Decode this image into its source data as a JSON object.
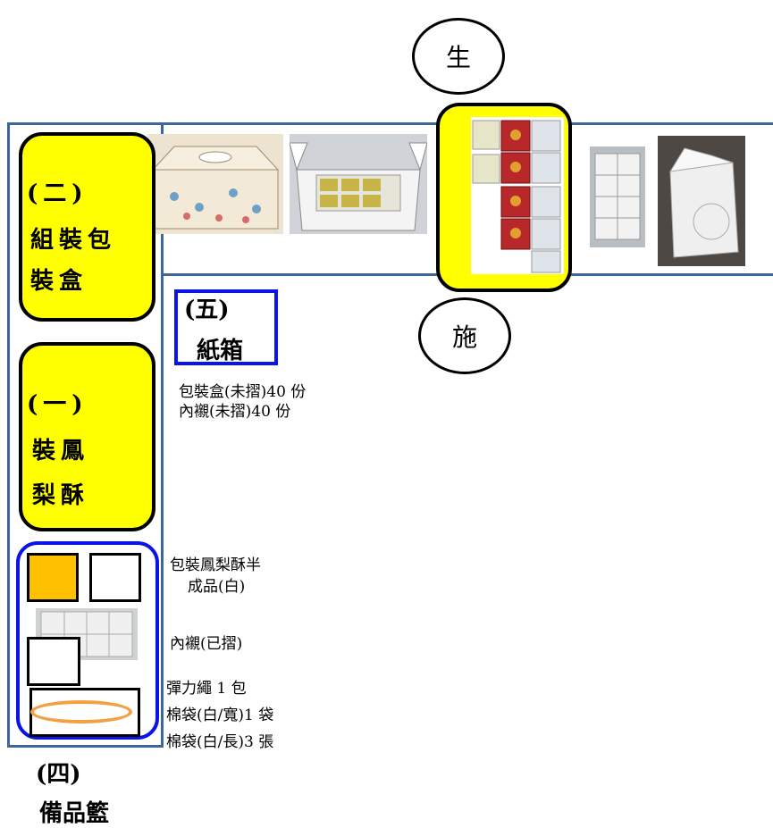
{
  "stations": {
    "top_circle": "生",
    "bottom_circle": "施"
  },
  "sections": {
    "assemble_box": {
      "number": "(二)",
      "line1": "組裝包",
      "line2": "裝盒"
    },
    "pack_cake": {
      "number": "(一)",
      "line1": "裝鳳",
      "line2": "梨酥"
    },
    "carton": {
      "number": "(五)",
      "title": "紙箱"
    },
    "basket": {
      "number": "(四)",
      "title": "備品籃"
    }
  },
  "notes": {
    "carton_line1": "包裝盒(未摺)40 份",
    "carton_line2": "內襯(未摺)40 份",
    "semi_line1": "包裝鳳梨酥半",
    "semi_line2": "成品(白)",
    "liner_folded": "內襯(已摺)",
    "elastic": "彈力繩 1 包",
    "cotton_wide": "棉袋(白/寬)1 袋",
    "cotton_long": "棉袋(白/長)3 張"
  },
  "colors": {
    "frame": "#3e6696",
    "highlight": "#ffff00",
    "basket_border": "#0a14e6",
    "orange_square": "#ffc000",
    "orange_ellipse": "#f4a040"
  }
}
